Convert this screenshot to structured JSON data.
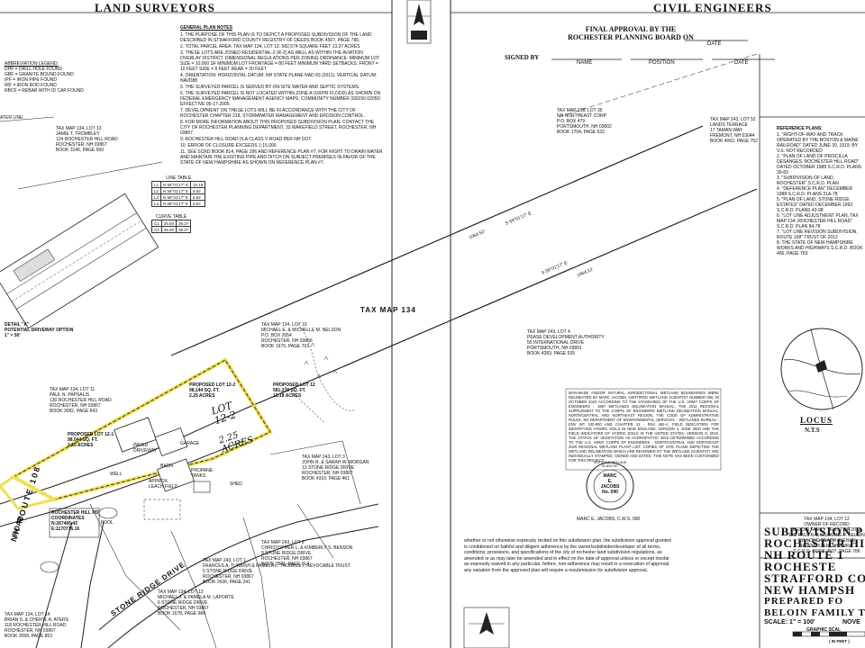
{
  "headers": {
    "land_surveyors": "LAND SURVEYORS",
    "civil_engineers": "CIVIL ENGINEERS"
  },
  "approval": {
    "line1": "FINAL APPROVAL BY THE",
    "line2": "ROCHESTER PLANNING BOARD ON",
    "date_label": "DATE",
    "signed_by": "SIGNED BY",
    "name_label": "NAME",
    "position_label": "POSITION",
    "date_label2": "DATE"
  },
  "general_notes": {
    "title": "GENERAL PLAN NOTES",
    "items": [
      "1. THE PURPOSE OF THIS PLAN IS TO DEPICT A PROPOSED SUBDIVISION OF THE LAND DESCRIBED IN STRAFFORD COUNTY REGISTRY OF DEEDS BOOK 4507, PAGE 786.",
      "2. TOTAL PARCEL AREA: TAX MAP 134, LOT 12: 582,574 SQUARE FEET 13.37 ACRES",
      "3. THESE LOTS ARE ZONED RESIDENTIAL-2 (R-2) AS WELL AS WITHIN THE AVIATION OVERLAY DISTRICT. DIMENSIONAL REGULATIONS PER ZONING ORDINANCE: MINIMUM LOT SIZE = 10,000 SF MINIMUM LOT FRONTAGE = 80 FEET MINIMUM YARD SETBACKS: FRONT = 10 FEET SIDE = 8 FEET REAR = 20 FEET",
      "4. ORIENTATION: HORIZONTAL DATUM: NH STATE PLANE NAD 83 (2011). VERTICAL DATUM: NAVD88",
      "5. THE SURVEYED PARCEL IS SERVED BY ON-SITE WATER AND SEPTIC SYSTEMS.",
      "6. THE SURVEYED PARCEL IS NOT LOCATED WITHIN ZONE A (100YR FLOOD) AS SHOWN ON FEDERAL EMERGENCY MANAGEMENT AGENCY MAPS, COMMUNITY NUMBER 330150 0205D EFFECTIVE 05-17-2005.",
      "7. DEVELOPMENT ON THESE LOTS WILL BE IN ACCORDANCE WITH THE CITY OF ROCHESTER CHAPTER 218, STORMWATER MANAGEMENT AND EROSION CONTROL.",
      "8. FOR MORE INFORMATION ABOUT THIS PROPOSED SUBDIVISION PLAN, CONTACT THE CITY OF ROCHESTER PLANNING DEPARTMENT, 33 WAKEFIELD STREET, ROCHESTER, NH 03867.",
      "9. ROCHESTER HILL ROAD IS A CLASS V ROAD PER NH DOT.",
      "10. ERROR OF CLOSURE EXCEEDS 1:15,000.",
      "11. SEE SCRD BOOK 814, PAGE 396 AND REFERENCE PLAN #7, FOR RIGHT TO DRAIN WATER AND MAINTAIN THE EXISTING PIPE AND DITCH ON SUBJECT PREMISES IN FAVOR OF THE STATE OF NEW HAMPSHIRE AS SHOWN ON REFERENCE PLAN #7."
    ]
  },
  "abbrev": {
    "title": "ABBREVIATION LEGEND:",
    "items": [
      "DHF = DRILL HOLE FOUND",
      "GBF = GRANITE BOUND FOUND",
      "IPF = IRON PIPE FOUND",
      "IRF = IRON ROD FOUND",
      "RBCF = REBAR WITH ID CAP FOUND"
    ]
  },
  "reference_plans": {
    "title": "REFERENCE PLANS:",
    "items": [
      "1. \"RIGHT-OF-WAY AND TRACK OPERATED BY THE BOSTON & MAINE RAILROAD\" DATED JUNE 30, 1919. BY V.S. NOT RECORDED",
      "2. \"PLAN OF LAND OF PRISCILLA DESANGES, ROCHESTER HILL ROAD\" DATED OCTOBER 1988 S.C.R.D. PLANS 30-83",
      "3. \"SUBDIVISION OF LAND, ROCHESTER\" S.C.R.D. PLAN",
      "4. \"DEFERENCE PLAN\" DECEMBER 1988 S.C.R.D. PLANS 31A-78",
      "5. \"PLAN OF LAND, STONE RIDGE ESTATES\" DATED DECEMBER 1993 S.C.R.D. PLANS 43-98",
      "6. \"LOT LINE ADJUSTMENT PLAN, TAX MAP 134, ROCHESTER HILL ROAD\" S.C.R.D. PLAN 84-78",
      "7. \"LOT LINE REVISION SUBDIVISION, ROUTE 108\" TRUST OF 2012",
      "8. THE STATE OF NEW HAMPSHIRE WORKS AND HIGHWAYS S.C.R.D. BOOK 466, PAGE 753"
    ]
  },
  "curve_table": {
    "title": "CURVE TABLE",
    "rows": [
      [
        "C1",
        "25.00",
        "39.27"
      ],
      [
        "C2",
        "25.00",
        "39.27"
      ]
    ]
  },
  "line_table": {
    "title": "LINE TABLE",
    "rows": [
      [
        "L1",
        "N 58°01'17\" E",
        "15.18"
      ],
      [
        "L2",
        "N 58°01'17\" E",
        "8.92"
      ],
      [
        "L3",
        "N 58°01'17\" E",
        "6.82"
      ],
      [
        "L4",
        "N 58°01'17\" E",
        "9.57"
      ]
    ]
  },
  "abutters": [
    {
      "text": "TAX MAP 134, LOT 13\nJAMIE T. TROMBLEY\n124 ROCHESTER HILL ROAD\nROCHESTER, NH 03867\nBOOK 3146, PAGE 560"
    },
    {
      "text": "TAX MAP 238, LOT 35\nNH NORTHEAST CORP\nP.O. BOX 479\nPORTSMOUTH, NH 03802\nBOOK 1704, PAGE 532"
    },
    {
      "text": "TAX MAP 243, LOT 52\nLANDS TERRACE\n17 TAMAN WAY\nFREMONT, NH 03044\nBOOK 4062, PAGE 752"
    },
    {
      "text": "TAX MAP 134, LOT 10\nMICHAEL E. & MICHELLE M. NELSON\nP.O. BOX 2054\nROCHESTER, NH 03866\nBOOK 1679, PAGE 703"
    },
    {
      "text": "TAX MAP 243, LOT 4\nPEASE DEVELOPMENT AUTHORITY\n55 INTERNATIONAL DRIVE\nPORTSMOUTH, NH 03801\nBOOK 4283, PAGE 535"
    },
    {
      "text": "TAX MAP 134, LOT 11\nPAUL N. PAPSALIS\n130 ROCHESTER HILL ROAD\nROCHESTER, NH 03867\nBOOK 3082, PAGE 643"
    },
    {
      "text": "TAX MAP 243, LOT 3\nJOHN R. & SARAH W. MORGAN\n13 STONE RIDGE DRIVE\nROCHESTER, NH 03867\nBOOK 4310, PAGE 461"
    },
    {
      "text": "TAX MAP 243, LOT 2\nCHRISTOPHER L. & KIMBERLY S. BENSON\n9 STONE RIDGE DRIVE\nROCHESTER, NH 03867\nBOOK 3581, PAGE 714"
    },
    {
      "text": "TAX MAP 243, LOT 1\nFRANCES A. TURBISH & PAMELA L. TROMBLEY, REVOCABLE TRUST\n5 STONE RIDGE DRIVE\nROCHESTER, NH 03867\nBOOK 2636, PAGE 241"
    },
    {
      "text": "TAX MAP 134, LOT 13\nMICHAEL J. & PAMELA M. LAPORTE\n6 STONE RIDGE DRIVE\nROCHESTER, NH 03867\nBOOK 1678, PAGE 984"
    },
    {
      "text": "TAX MAP 134, LOT 14\nBRIAN S. & CHERYL A. AYERS\n118 ROCHESTER HILL ROAD\nROCHESTER, NH 03867\nBOOK 3058, PAGE 853"
    }
  ],
  "owner_of_record": {
    "text": "TAX MAP 134, LOT 12\nOWNER OF RECORD\nBELOIN FAMILY TRUST OF 2012\nC/O PAUL R. & SUZANNE P. BELOIN\n131 LONG BEACH AVENUE\nROCHESTER, NH 03868\nS.C.R.D. BOOK 4507, PAGE 786"
  },
  "map_labels": {
    "tax_map": "TAX MAP 134",
    "lot_12_1": "PROPOSED LOT 12-1\n98,044 SQ. FT.\n2.25 ACRES",
    "lot_12": "PROPOSED LOT 12\n581,219 SQ. FT.\n13.18 ACRES",
    "lot_12_2": "PROPOSED LOT 12-2\n98,144 SQ. FT.\n2.25 ACRES",
    "handwritten1": "LOT\n12-2",
    "handwritten2": "2.25\nACRES",
    "route": "NH ROUTE 108",
    "road": "ROAD",
    "stone_ridge": "STONE RIDGE DRIVE",
    "detail": "DETAIL \"A\"\nPOTENTIAL DRIVEWAY OPTION\n1\" = 50'",
    "water_line": "ATER LINE",
    "bearing1": "S 58°01'17\" E",
    "bearing2": "S 58°01'17\" E",
    "dist1": "1064.52'",
    "dist2": "1064.12'",
    "barn": "BARN",
    "garage": "GARAGE",
    "pool": "POOL",
    "well": "WELL",
    "leach": "APPROX.\nLEACH FIELD",
    "propane": "PROPANE\nTANKS",
    "paved": "PAVED\nDRIVEWAY",
    "shed": "SHED"
  },
  "wetland_note": "MAN-MADE AND/OR NATURAL JURISDICTIONAL WETLAND BOUNDARIES WERE DELINEATED BY MARC JACOBS, CERTIFIED WETLAND SCIENTIST NUMBER 090, IN OCTOBER 2023 ACCORDING TO THE STANDARDS OF THE U.S. ARMY CORPS OF ENGINEERS - 1987 WETLANDS DELINEATION MANUAL, THE 2012 REGIONAL SUPPLEMENT TO THE CORPS OF ENGINEERS WETLAND DELINEATION MANUAL: NORTHCENTRAL AND NORTHEAST REGION, THE CODE OF ADMINISTRATIVE RULES, NH DEPARTMENT OF ENVIRONMENTAL SERVICES - WETLANDS BUREAU - ENV WT 100-900 AND CHAPTER 12 - RSA 482-A, FIELD INDICATORS FOR IDENTIFYING HYDRIC SOILS IN NEW ENGLAND, VERSION 4, JUNE 2020 AND THE FIELD INDICATORS OF HYDRIC SOILS IN THE UNITED STATES, VERSION 8, 2016. THE STATUS OF VEGETATION AS HYDROPHYTIC WAS DETERMINED ACCORDING TO THE U.S. ARMY CORPS OF ENGINEERS - NORTHCENTRAL AND NORTHEAST 2020 REGIONAL WETLAND PLANT LIST. COPIES OF SITE PLANS DEPICTING THE WETLAND DELINEATION WHICH ARE REVIEWED BY THE WETLAND SCIENTIST ARE INDIVIDUALLY STAMPED, SIGNED AND DATED. THIS NOTE HAS BEEN CUSTOMIZED FOR THIS PROJECT.",
  "scientist": {
    "name": "MARC E. JACOBS, C.W.S. 090",
    "seal_top": "MARC",
    "seal_mid": "E.",
    "seal_bot": "JACOBS",
    "seal_no": "No. 090",
    "seal_ring": "CERTIFIED WETLAND SCIENTIST"
  },
  "bottom_note": "whether or not otherwise expressly recited on this subdivision plan, the subdivision approval granted is conditioned on faithful and diligent adherence by the owner/subdivider/developer of all terms, conditions, provisions, and specifications of the city of rochester land subdivision regulations, as amended or as may later be amended and in effect on the date of approval unless or except insofar as expressly waived in any particular, before, non-adherence may result in a revocation of approval. any variation from the approved plan will require a resubmission for subdivision approval.",
  "title_block": {
    "l1": "SUBDIVISION P",
    "l2": "ROCHESTER HILL",
    "l3": "NH ROUTE 1",
    "l4": "ROCHESTE",
    "l5": "STRAFFORD CO",
    "l6": "NEW HAMPSH",
    "l7": "PREPARED FO",
    "l8": "BELOIN FAMILY TRUS",
    "scale": "SCALE: 1\" = 100'",
    "date": "NOVE",
    "graphic": "GRAPHIC SCAL",
    "feet": "( IN FEET )"
  },
  "locus": {
    "title": "LOCUS",
    "nts": "N.T.S"
  },
  "coord_box": "ROCHESTER HILL RD\nCOORDINATES\nN:267466.43\nE:1170776.16"
}
